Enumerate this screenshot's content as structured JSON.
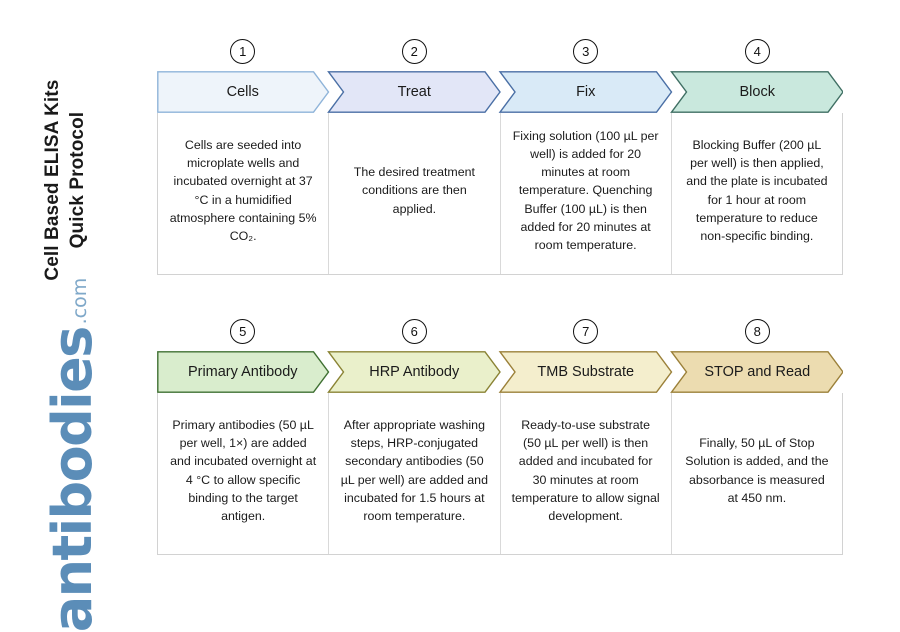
{
  "brand": {
    "title_line1": "Cell Based ELISA Kits",
    "title_line2": "Quick Protocol",
    "logo_name": "antibodies",
    "logo_tld": ".com",
    "logo_color": "#5b8db8"
  },
  "rows": [
    {
      "id": "row-1",
      "steps": [
        {
          "number": "1",
          "label": "Cells",
          "fill": "#eef4fa",
          "stroke": "#8fb4d9",
          "text": "Cells are seeded into microplate wells and incubated overnight at 37 °C in a humidified atmosphere containing 5% CO₂."
        },
        {
          "number": "2",
          "label": "Treat",
          "fill": "#e2e6f7",
          "stroke": "#4a6fa5",
          "text": "The desired treatment conditions are then applied."
        },
        {
          "number": "3",
          "label": "Fix",
          "fill": "#d9eaf7",
          "stroke": "#4a6fa5",
          "text": "Fixing solution (100 µL per well) is added for 20 minutes at room temperature. Quenching Buffer (100 µL) is then added for 20 minutes at room temperature."
        },
        {
          "number": "4",
          "label": "Block",
          "fill": "#c9e8dd",
          "stroke": "#3f6f63",
          "text": "Blocking Buffer (200 µL per well) is then applied, and the plate is incubated for 1 hour at room temperature to reduce non-specific binding."
        }
      ]
    },
    {
      "id": "row-2",
      "steps": [
        {
          "number": "5",
          "label": "Primary Antibody",
          "fill": "#d9edcd",
          "stroke": "#3f7032",
          "text": "Primary antibodies (50 µL per well, 1×) are added and incubated overnight at 4 °C to allow specific binding to the target antigen."
        },
        {
          "number": "6",
          "label": "HRP Antibody",
          "fill": "#eaf0cb",
          "stroke": "#8a8334",
          "text": "After appropriate washing steps, HRP-conjugated secondary antibodies (50 µL per well) are added and incubated for 1.5 hours at room temperature."
        },
        {
          "number": "7",
          "label": "TMB Substrate",
          "fill": "#f4eecd",
          "stroke": "#9b8039",
          "text": "Ready-to-use substrate (50 µL per well) is then added and incubated for 30 minutes at room temperature to allow signal development."
        },
        {
          "number": "8",
          "label": "STOP and Read",
          "fill": "#ecdcb0",
          "stroke": "#9b8039",
          "text": "Finally, 50 µL of Stop Solution is added, and the absorbance is measured at 450 nm."
        }
      ]
    }
  ]
}
